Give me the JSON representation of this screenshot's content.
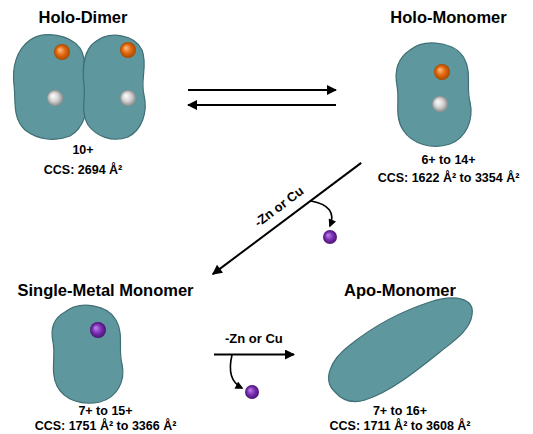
{
  "diagram": {
    "nodes": [
      {
        "text": [
          "Holo-Dimer",
          "10+",
          "CCS: 2694 Å²"
        ]
      },
      {
        "text": [
          "Holo-Monomer",
          "6+ to 14+",
          "CCS: 1622 Å² to 3354 Å²"
        ]
      },
      {
        "text": [
          "Single-Metal Monomer",
          "7+ to 15+",
          "CCS: 1751 Å² to 3366 Å²"
        ]
      },
      {
        "text": [
          "Apo-Monomer",
          "7+ to 16+",
          "CCS: 1711 Å² to 3608 Å²"
        ]
      }
    ],
    "edges": [
      {
        "from": 0,
        "to": 1,
        "arrow": "to"
      },
      {
        "from": 1,
        "to": 0,
        "arrow": "to"
      },
      {
        "from": 1,
        "to": 2,
        "label": "-Zn or Cu",
        "arrow": "to"
      },
      {
        "from": 2,
        "to": 3,
        "label": "-Zn or Cu",
        "arrow": "to"
      }
    ]
  }
}
